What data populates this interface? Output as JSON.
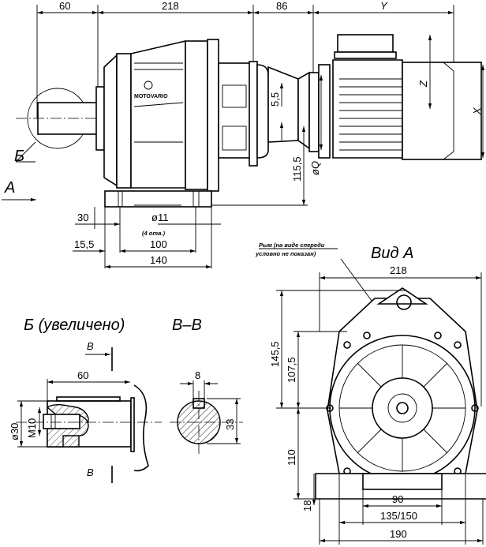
{
  "title": "Motor-reducer dimension drawing",
  "side_view": {
    "dims_top": [
      "60",
      "218",
      "86",
      "Y"
    ],
    "callout_b": "Б",
    "view_arrow": "A",
    "dim_5_5": "5,5",
    "dim_115_5": "115,5",
    "dim_phi_q": "øQ",
    "dim_z": "Z",
    "dim_x": "X",
    "dim_30": "30",
    "hole_dia": "ø11",
    "hole_count": "(4 отв.)",
    "dim_15_5": "15,5",
    "dim_100": "100",
    "dim_140": "140",
    "brand": "MOTOVARIO"
  },
  "front_view": {
    "title": "Вид А",
    "note_line1": "Рым (на виде спереди",
    "note_line2": "условно не показан)",
    "dim_218": "218",
    "dim_145_5": "145,5",
    "dim_107_5": "107,5",
    "dim_110": "110",
    "dim_18": "18",
    "dim_90": "90",
    "dim_135_150": "135/150",
    "dim_190": "190"
  },
  "detail_b": {
    "title": "Б (увеличено)",
    "section_mark_top": "В",
    "section_mark_bottom": "В",
    "dim_60": "60",
    "dim_phi30": "ø30",
    "dim_m10": "M10"
  },
  "section_vv": {
    "title": "В–В",
    "dim_8": "8",
    "dim_33": "33"
  }
}
